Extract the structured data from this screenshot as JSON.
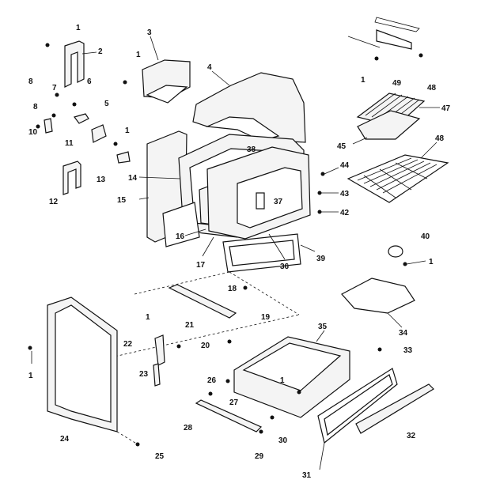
{
  "diagram": {
    "callouts": [
      {
        "id": "c1a",
        "label": "1"
      },
      {
        "id": "c2",
        "label": "2"
      },
      {
        "id": "c3",
        "label": "3"
      },
      {
        "id": "c1b",
        "label": "1"
      },
      {
        "id": "c4",
        "label": "4"
      },
      {
        "id": "c8a",
        "label": "8"
      },
      {
        "id": "c7",
        "label": "7"
      },
      {
        "id": "c6",
        "label": "6"
      },
      {
        "id": "c5",
        "label": "5"
      },
      {
        "id": "c8b",
        "label": "8"
      },
      {
        "id": "c10",
        "label": "10"
      },
      {
        "id": "c11",
        "label": "11"
      },
      {
        "id": "c1c",
        "label": "1"
      },
      {
        "id": "c13",
        "label": "13"
      },
      {
        "id": "c12",
        "label": "12"
      },
      {
        "id": "c14",
        "label": "14"
      },
      {
        "id": "c15",
        "label": "15"
      },
      {
        "id": "c16",
        "label": "16"
      },
      {
        "id": "c17",
        "label": "17"
      },
      {
        "id": "c38",
        "label": "38"
      },
      {
        "id": "c37",
        "label": "37"
      },
      {
        "id": "c36",
        "label": "36"
      },
      {
        "id": "c39",
        "label": "39"
      },
      {
        "id": "c49",
        "label": "49"
      },
      {
        "id": "c48a",
        "label": "48"
      },
      {
        "id": "c1d",
        "label": "1"
      },
      {
        "id": "c47",
        "label": "47"
      },
      {
        "id": "c45",
        "label": "45"
      },
      {
        "id": "c48b",
        "label": "48"
      },
      {
        "id": "c44",
        "label": "44"
      },
      {
        "id": "c43",
        "label": "43"
      },
      {
        "id": "c42",
        "label": "42"
      },
      {
        "id": "c40",
        "label": "40"
      },
      {
        "id": "c1e",
        "label": "1"
      },
      {
        "id": "c18",
        "label": "18"
      },
      {
        "id": "c1f",
        "label": "1"
      },
      {
        "id": "c19",
        "label": "19"
      },
      {
        "id": "c34",
        "label": "34"
      },
      {
        "id": "c21",
        "label": "21"
      },
      {
        "id": "c22",
        "label": "22"
      },
      {
        "id": "c20",
        "label": "20"
      },
      {
        "id": "c35",
        "label": "35"
      },
      {
        "id": "c33",
        "label": "33"
      },
      {
        "id": "c23",
        "label": "23"
      },
      {
        "id": "c1g",
        "label": "1"
      },
      {
        "id": "c26",
        "label": "26"
      },
      {
        "id": "c1h",
        "label": "1"
      },
      {
        "id": "c27",
        "label": "27"
      },
      {
        "id": "c28",
        "label": "28"
      },
      {
        "id": "c30",
        "label": "30"
      },
      {
        "id": "c32",
        "label": "32"
      },
      {
        "id": "c24",
        "label": "24"
      },
      {
        "id": "c29",
        "label": "29"
      },
      {
        "id": "c25",
        "label": "25"
      },
      {
        "id": "c31",
        "label": "31"
      }
    ]
  }
}
